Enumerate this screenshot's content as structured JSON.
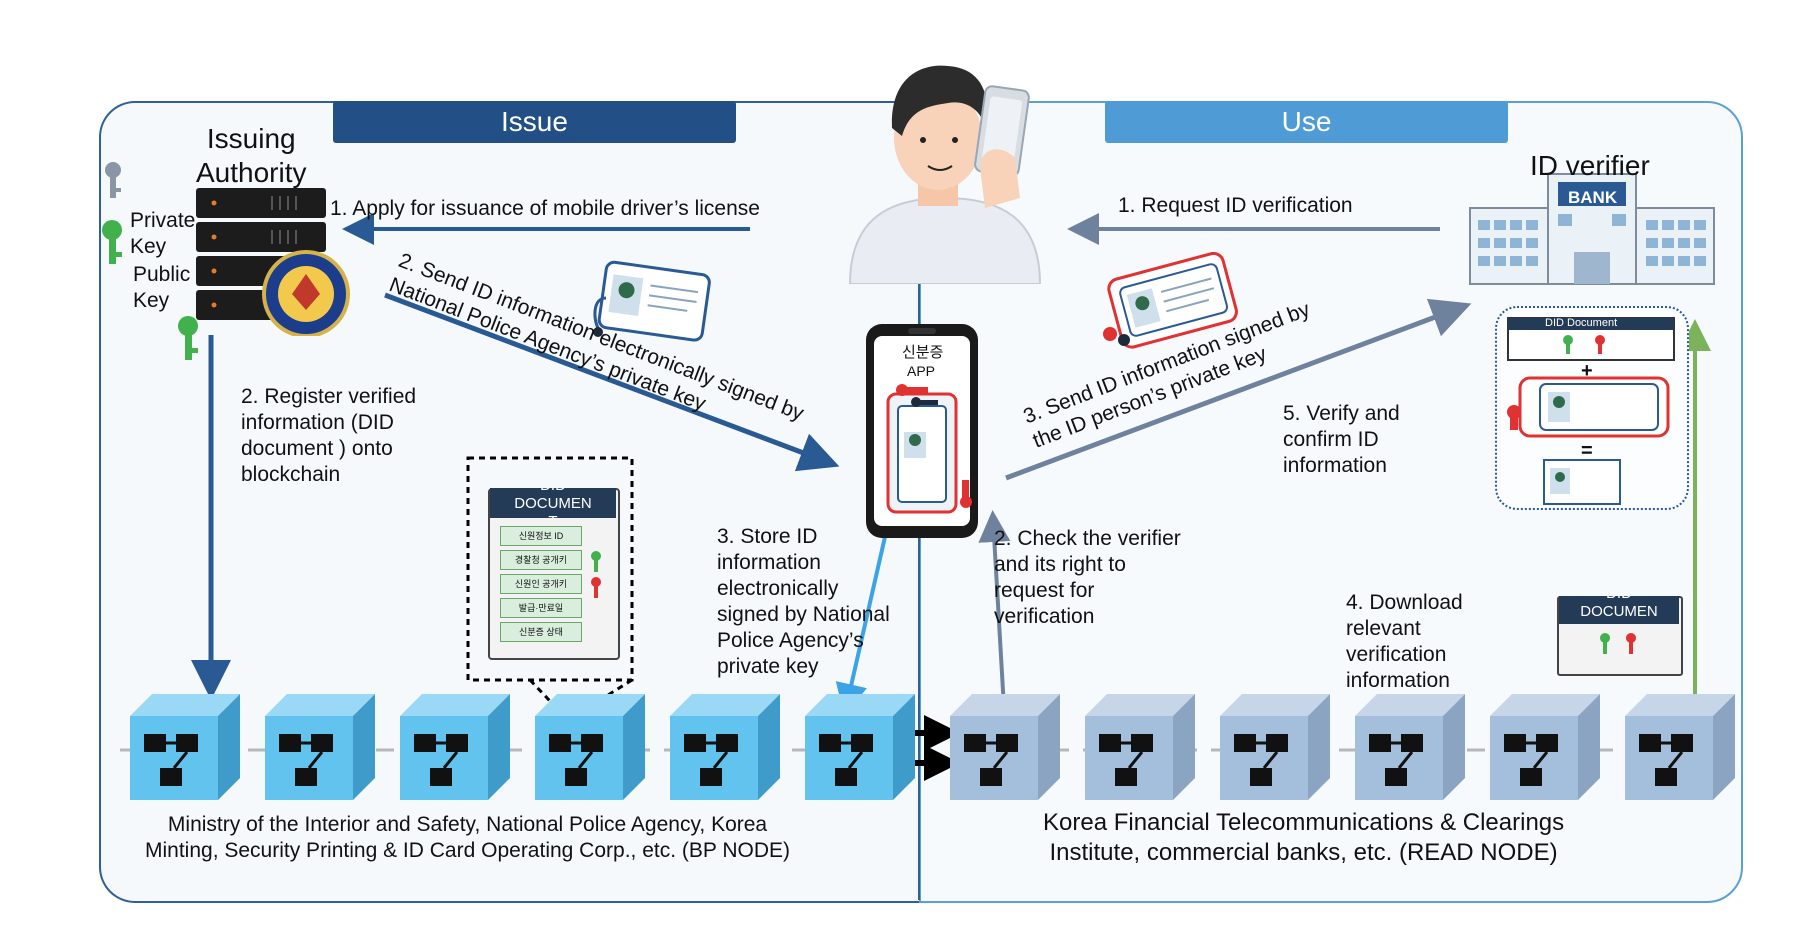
{
  "sections": {
    "issue": "Issue",
    "use": "Use"
  },
  "issuing_authority": {
    "title": "Issuing\nAuthority",
    "private_key": "Private\nKey",
    "public_key": "Public\nKey"
  },
  "id_verifier": {
    "title": "ID verifier",
    "bank_sign": "BANK"
  },
  "steps": {
    "issue_1": "1. Apply for issuance of mobile driver’s license",
    "issue_2_send": "2. Send ID information electronically signed by\nNational Police Agency’s private key",
    "issue_2_register": "2. Register verified\ninformation (DID\ndocument ) onto\nblockchain",
    "issue_3_store": "3. Store ID\ninformation\nelectronically\nsigned by National\nPolice Agency’s\nprivate key",
    "use_1": "1. Request ID verification",
    "use_2": "2. Check the verifier\nand its right to\nrequest for\nverification",
    "use_3": "3. Send ID information signed  by\nthe ID person’s private key",
    "use_4": "4. Download\nrelevant\nverification\ninformation",
    "use_5": "5. Verify and\nconfirm ID\ninformation"
  },
  "phone_app": {
    "title": "신분증",
    "subtitle": "APP"
  },
  "did_document_left": {
    "title": "DID\nDOCUMEN\nT",
    "rows": [
      "신원정보 ID",
      "경찰청 공개키",
      "신원인 공개키",
      "발급·만료일",
      "신분증 상태"
    ]
  },
  "did_document_right": {
    "title": "DID\nDOCUMEN\nT"
  },
  "verify_bubble": {
    "did_label": "DID Document",
    "plus": "+",
    "equals": "="
  },
  "nodes": {
    "bp": "Ministry of the Interior and Safety, National Police Agency, Korea\nMinting, Security Printing & ID Card Operating Corp., etc. (BP NODE)",
    "read": "Korea Financial Telecommunications & Clearings\nInstitute, commercial banks, etc. (READ NODE)"
  },
  "colors": {
    "issue_banner": "#234f87",
    "use_banner": "#4e9bd6",
    "issue_cube": "#63c3ef",
    "use_cube": "#a4bfdc",
    "dark_arrow": "#2a5a94",
    "grey_arrow": "#6f829d",
    "green_arrow": "#7cb35a",
    "key_green": "#43b04e",
    "key_red": "#e03232",
    "key_grey": "#8a96a3"
  }
}
